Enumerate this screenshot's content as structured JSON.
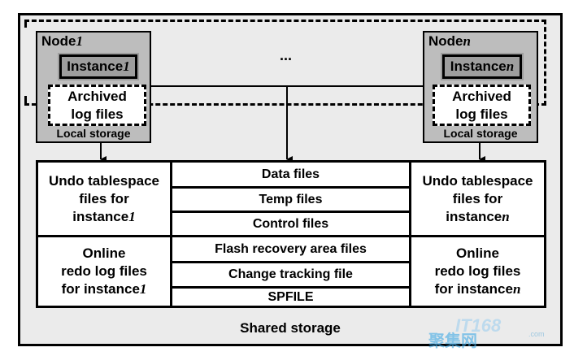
{
  "left_node": {
    "title": "Node",
    "index": "1",
    "instance": "Instance",
    "archived": [
      "Archived",
      "log files"
    ],
    "local_storage": "Local storage"
  },
  "right_node": {
    "title": "Node",
    "index": "n",
    "instance": "Instance",
    "archived": [
      "Archived",
      "log files"
    ],
    "local_storage": "Local storage"
  },
  "ellipsis": "...",
  "undo_left": {
    "line1": "Undo tablespace",
    "line2": "files for",
    "line3": "instance",
    "index": "1"
  },
  "undo_right": {
    "line1": "Undo tablespace",
    "line2": "files for",
    "line3": "instance",
    "index": "n"
  },
  "redo_left": {
    "line1": "Online",
    "line2": "redo log files",
    "line3": "for instance",
    "index": "1"
  },
  "redo_right": {
    "line1": "Online",
    "line2": "redo log files",
    "line3": "for instance",
    "index": "n"
  },
  "middle_rows": [
    "Data files",
    "Temp files",
    "Control files",
    "Flash recovery area files",
    "Change tracking file",
    "SPFILE"
  ],
  "shared_storage": "Shared storage",
  "watermark": {
    "chars": "聚集网",
    "logo": "IT168",
    "domain": ".com"
  }
}
